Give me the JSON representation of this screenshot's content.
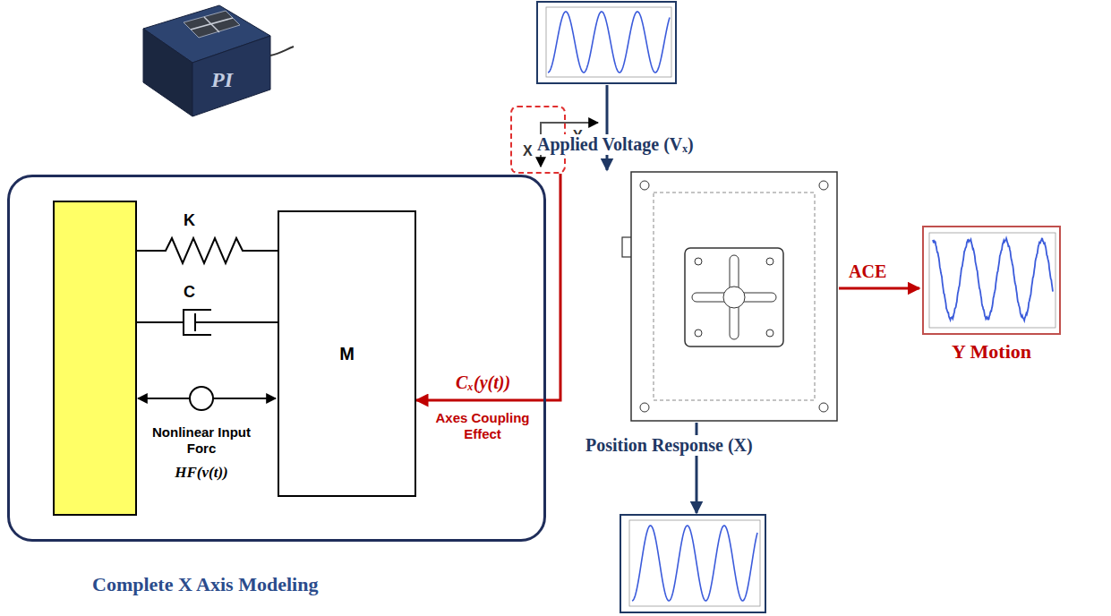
{
  "diagram": {
    "nodes": [
      {
        "text": [
          "Complete X Axis Modeling"
        ]
      },
      {
        "text": [
          "M"
        ],
        "in": 0
      },
      {
        "text": [
          "X"
        ]
      },
      {
        "text": [
          "Y Motion"
        ]
      }
    ],
    "edges": [
      {
        "from": 2,
        "to": 1,
        "arrow": "to",
        "label": "Cₓ(y(t))"
      }
    ],
    "labels": [
      "PI",
      "K",
      "C",
      "Nonlinear Input Forc",
      "HF(v(t))",
      "Axes Coupling Effect",
      "Y",
      "Applied Voltage (Vₓ)",
      "ACE",
      "Position Response (X)"
    ]
  }
}
